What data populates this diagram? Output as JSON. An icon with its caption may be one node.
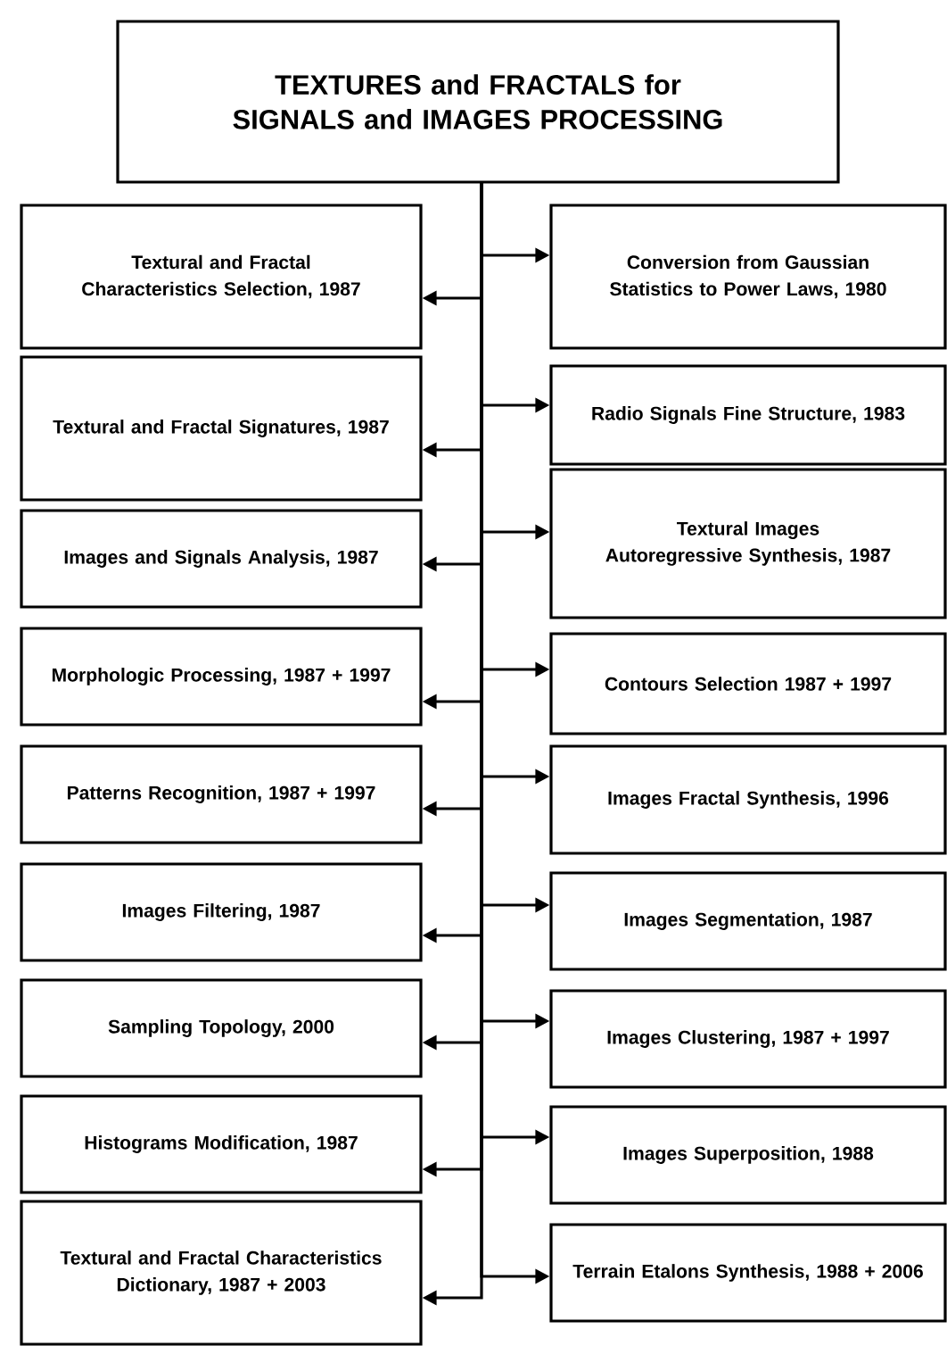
{
  "diagram": {
    "nodes": [
      {
        "text": [
          "TEXTURES and FRACTALS for SIGNALS and IMAGES PROCESSING"
        ]
      },
      {
        "text": [
          "Textural and Fractal Characteristics Selection, 1987"
        ]
      },
      {
        "text": [
          "Conversion from Gaussian Statistics to Power Laws, 1980"
        ]
      },
      {
        "text": [
          "Textural and Fractal Signatures, 1987"
        ]
      },
      {
        "text": [
          "Radio Signals Fine Structure, 1983"
        ]
      },
      {
        "text": [
          "Images and Signals Analysis, 1987"
        ]
      },
      {
        "text": [
          "Textural Images Autoregressive Synthesis, 1987"
        ]
      },
      {
        "text": [
          "Morphologic Processing, 1987 + 1997"
        ]
      },
      {
        "text": [
          "Contours Selection 1987 + 1997"
        ]
      },
      {
        "text": [
          "Patterns Recognition, 1987 + 1997"
        ]
      },
      {
        "text": [
          "Images Fractal Synthesis, 1996"
        ]
      },
      {
        "text": [
          "Images Filtering, 1987"
        ]
      },
      {
        "text": [
          "Images Segmentation, 1987"
        ]
      },
      {
        "text": [
          "Sampling Topology, 2000"
        ]
      },
      {
        "text": [
          "Images Clustering, 1987 + 1997"
        ]
      },
      {
        "text": [
          "Histograms Modification, 1987"
        ]
      },
      {
        "text": [
          "Images Superposition, 1988"
        ]
      },
      {
        "text": [
          "Textural and Fractal Characteristics Dictionary, 1987 + 2003"
        ]
      },
      {
        "text": [
          "Terrain Etalons Synthesis, 1988 + 2006"
        ]
      }
    ],
    "edges": [
      {
        "from": 0,
        "to": 1,
        "arrow": "to"
      },
      {
        "from": 0,
        "to": 2,
        "arrow": "to"
      },
      {
        "from": 0,
        "to": 3,
        "arrow": "to"
      },
      {
        "from": 0,
        "to": 4,
        "arrow": "to"
      },
      {
        "from": 0,
        "to": 5,
        "arrow": "to"
      },
      {
        "from": 0,
        "to": 6,
        "arrow": "to"
      },
      {
        "from": 0,
        "to": 7,
        "arrow": "to"
      },
      {
        "from": 0,
        "to": 8,
        "arrow": "to"
      },
      {
        "from": 0,
        "to": 9,
        "arrow": "to"
      },
      {
        "from": 0,
        "to": 10,
        "arrow": "to"
      },
      {
        "from": 0,
        "to": 11,
        "arrow": "to"
      },
      {
        "from": 0,
        "to": 12,
        "arrow": "to"
      },
      {
        "from": 0,
        "to": 13,
        "arrow": "to"
      },
      {
        "from": 0,
        "to": 14,
        "arrow": "to"
      },
      {
        "from": 0,
        "to": 15,
        "arrow": "to"
      },
      {
        "from": 0,
        "to": 16,
        "arrow": "to"
      },
      {
        "from": 0,
        "to": 17,
        "arrow": "to"
      },
      {
        "from": 0,
        "to": 18,
        "arrow": "to"
      }
    ]
  }
}
